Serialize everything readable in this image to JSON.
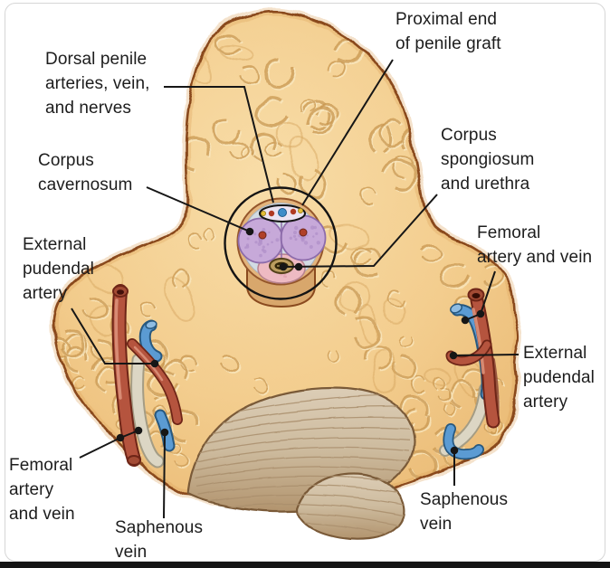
{
  "figure": {
    "type": "anatomical-diagram",
    "subject": "penile graft recipient site vasculature",
    "labels": [
      {
        "id": "dorsal-penile",
        "text": "Dorsal penile\narteries, vein,\nand nerves"
      },
      {
        "id": "proximal-end",
        "text": "Proximal end\nof penile graft"
      },
      {
        "id": "corpus-cavernosum",
        "text": "Corpus\ncavernosum"
      },
      {
        "id": "corpus-spongiosum",
        "text": "Corpus\nspongiosum\nand urethra"
      },
      {
        "id": "external-pudendal-left",
        "text": "External\npudendal\nartery"
      },
      {
        "id": "femoral-right",
        "text": "Femoral\nartery and vein"
      },
      {
        "id": "external-pudendal-right",
        "text": "External\npudendal\nartery"
      },
      {
        "id": "femoral-left",
        "text": "Femoral\nartery\nand vein"
      },
      {
        "id": "saphenous-left",
        "text": "Saphenous\nvein"
      },
      {
        "id": "saphenous-right",
        "text": "Saphenous\nvein"
      }
    ],
    "colors": {
      "fat": "#f3cd8e",
      "fat_outline": "#8a4a1e",
      "fat_texture": "#c8954e",
      "artery_red": "#b5543e",
      "artery_outline": "#6e2517",
      "vein_blue": "#5b9bd3",
      "vein_blue_outline": "#27587f",
      "vein_pale": "#dcd6c4",
      "scrotum": "#cdbb9e",
      "scrotum_outline": "#7a5a38",
      "corpus_cavernosum": "#c7a9d9",
      "corpus_spongiosum": "#eebac2",
      "urethra": "#bb9d5f",
      "fascia_ring": "#d2dbe3",
      "dorsal_vein_dot": "#3e8ec9",
      "dorsal_artery_dot": "#b03a22",
      "dorsal_nerve_dot": "#e3bd37",
      "leader_line": "#161616",
      "label_text": "#1d1d1d"
    }
  }
}
